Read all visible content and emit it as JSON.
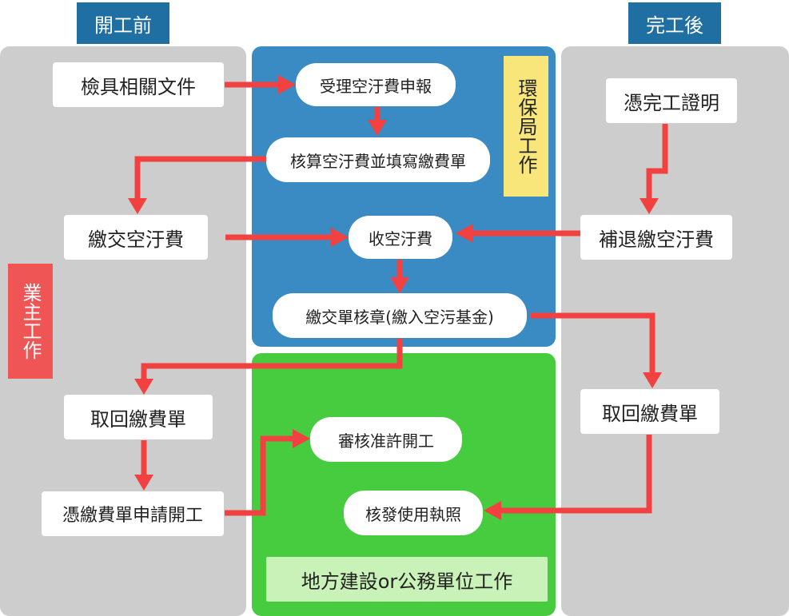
{
  "headers": {
    "before": "開工前",
    "after": "完工後"
  },
  "labels": {
    "owner": "業主工作",
    "epa": "環保局工作",
    "local": "地方建設or公務單位工作"
  },
  "owner_boxes": {
    "documents": "檢具相關文件",
    "pay_fee": "繳交空汙費",
    "retrieve_slip": "取回繳費單",
    "apply_start": "憑繳費單申請開工"
  },
  "epa_boxes": {
    "accept_report": "受理空汙費申報",
    "calculate": "核算空汙費並填寫繳費單",
    "receive": "收空汙費",
    "stamp": "繳交單核章(繳入空污基金)"
  },
  "local_boxes": {
    "review": "審核准許開工",
    "issue_license": "核發使用執照"
  },
  "after_boxes": {
    "certificate": "憑完工證明",
    "refund": "補退繳空汙費",
    "retrieve_slip": "取回繳費單"
  },
  "colors": {
    "gray_panel": "#cdcdcd",
    "blue_panel": "#3a8bc4",
    "green_panel": "#47cc3f",
    "header": "#1f6fa3",
    "arrow": "#f24141",
    "owner_label_bg": "#f05555",
    "epa_label_bg": "#f8e67a",
    "local_label_bg": "#c9f2b8"
  }
}
